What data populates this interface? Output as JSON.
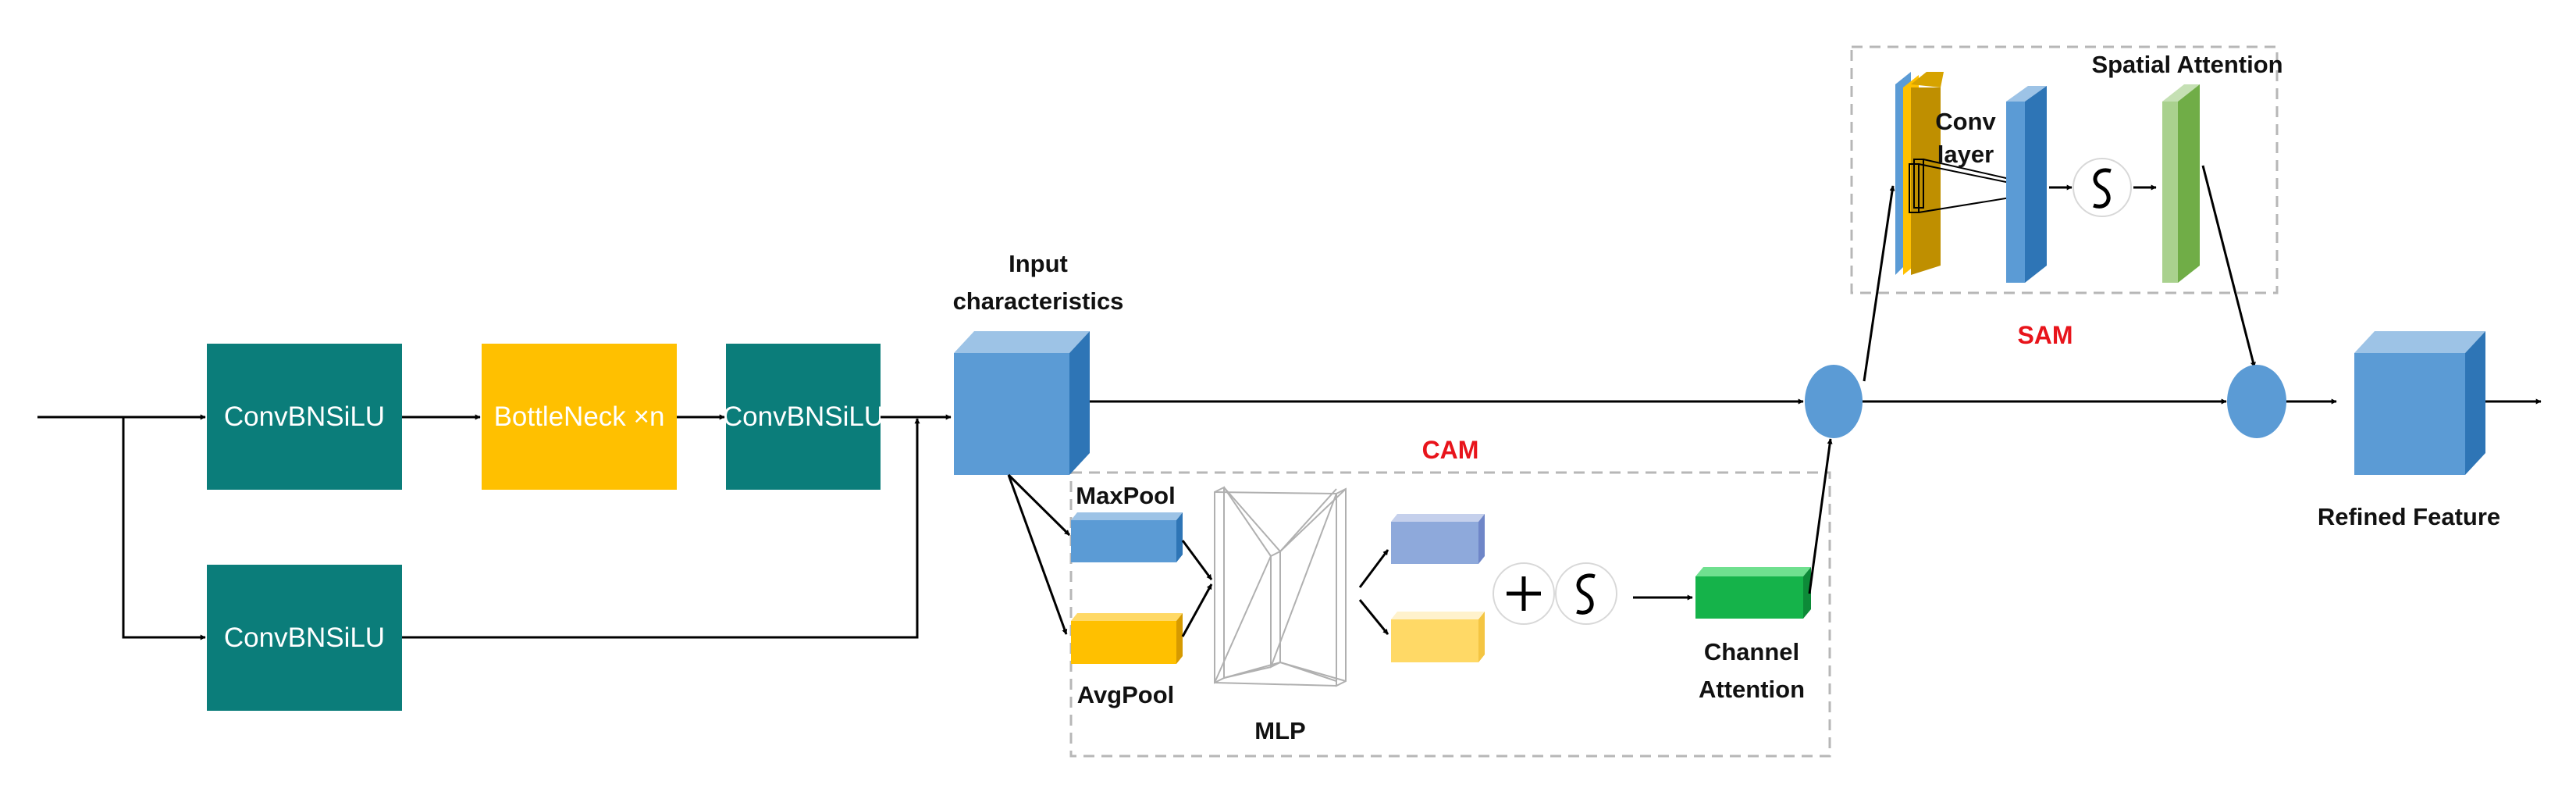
{
  "blocks": {
    "conv1": "ConvBNSiLU",
    "bottleneck": "BottleNeck ×n",
    "conv2": "ConvBNSiLU",
    "conv3": "ConvBNSiLU"
  },
  "labels": {
    "input_line1": "Input",
    "input_line2": "characteristics",
    "maxpool": "MaxPool",
    "avgpool": "AvgPool",
    "mlp": "MLP",
    "channel_line1": "Channel",
    "channel_line2": "Attention",
    "cam": "CAM",
    "sam": "SAM",
    "spatial_attention": "Spatial Attention",
    "conv_line1": "Conv",
    "conv_line2": "layer",
    "refined": "Refined Feature"
  },
  "colors": {
    "teal": "#0b7d7a",
    "yellow": "#ffc000",
    "blue": "#5b9bd5",
    "green": "#15b34a",
    "red": "#e8141b"
  },
  "icons": [
    "plus-icon",
    "sigmoid-icon"
  ]
}
